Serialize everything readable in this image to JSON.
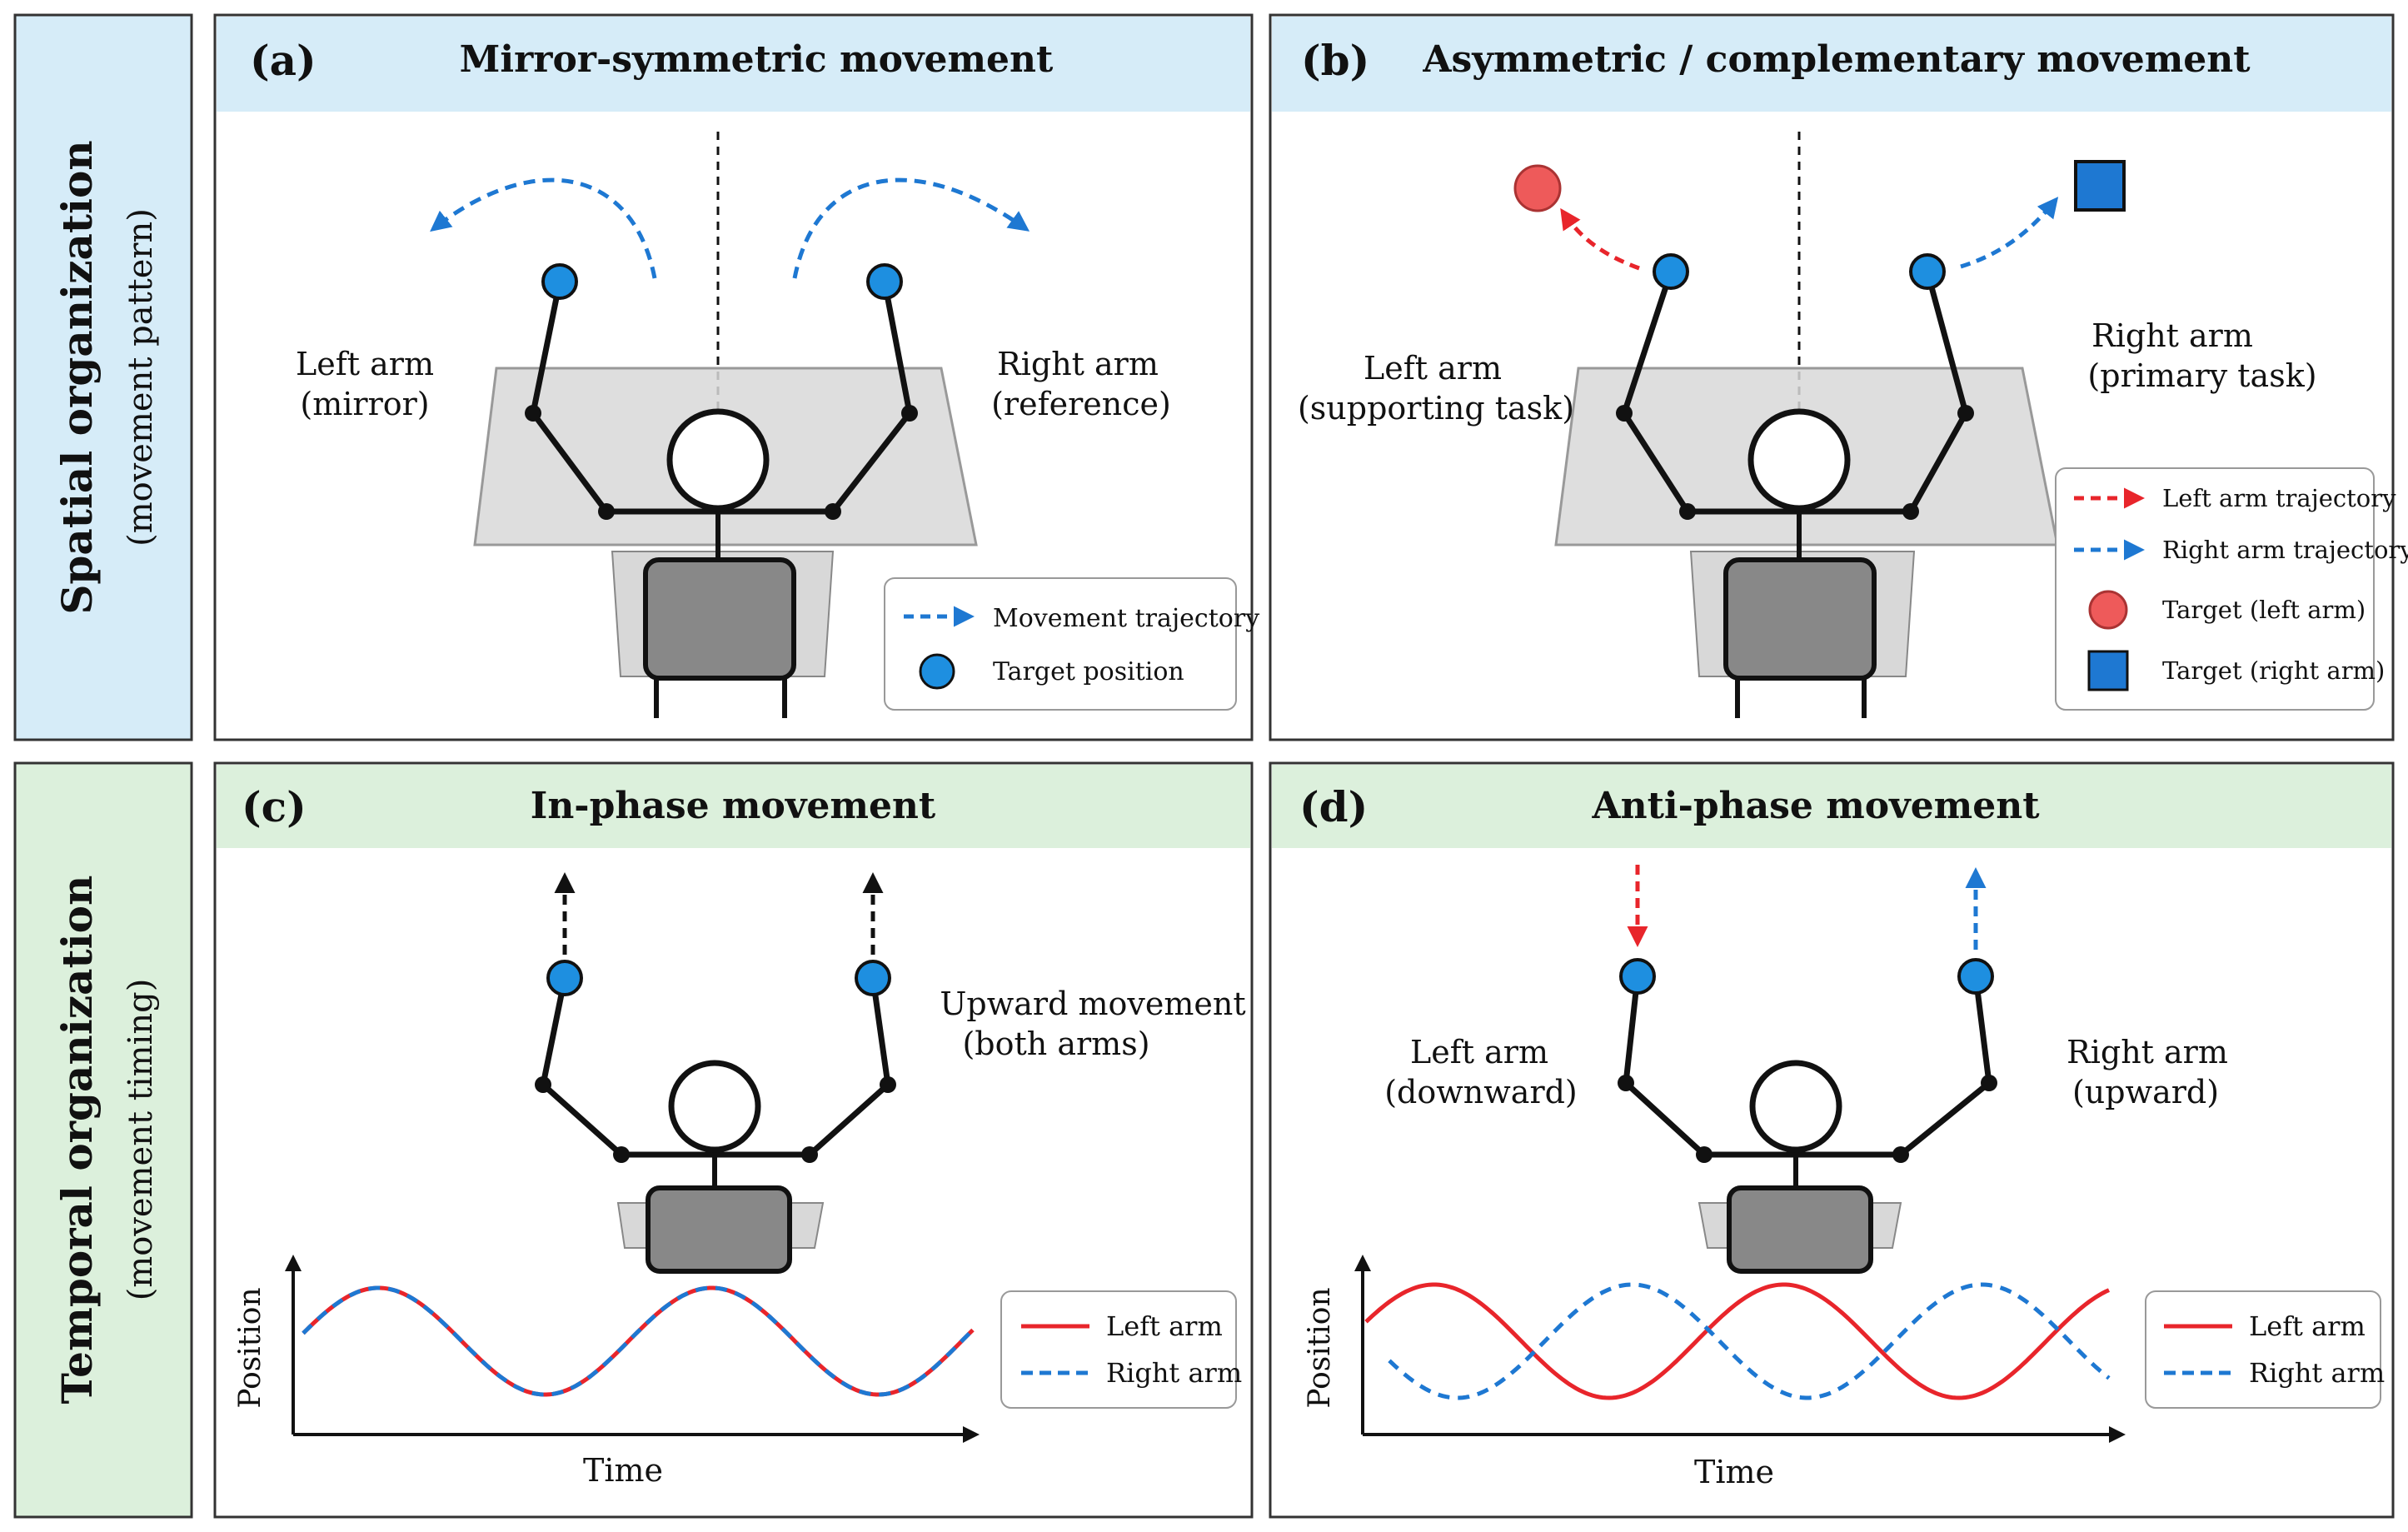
{
  "rows": {
    "spatial": {
      "title": "Spatial organization",
      "subtitle": "(movement pattern)"
    },
    "temporal": {
      "title": "Temporal organization",
      "subtitle": "(movement timing)"
    }
  },
  "panels": {
    "a": {
      "letter": "(a)",
      "title": "Mirror-symmetric movement",
      "left_label": [
        "Left arm",
        "(mirror)"
      ],
      "right_label": [
        "Right arm",
        "(reference)"
      ],
      "legend": [
        "Movement trajectory",
        "Target position"
      ]
    },
    "b": {
      "letter": "(b)",
      "title": "Asymmetric / complementary movement",
      "left_label": [
        "Left arm",
        "(supporting task)"
      ],
      "right_label": [
        "Right arm",
        "(primary task)"
      ],
      "legend": [
        "Left arm trajectory",
        "Right arm trajectory",
        "Target (left arm)",
        "Target (right arm)"
      ]
    },
    "c": {
      "letter": "(c)",
      "title": "In-phase movement",
      "note": [
        "Upward movement",
        "(both arms)"
      ],
      "xlabel": "Time",
      "ylabel": "Position",
      "legend": [
        "Left arm",
        "Right arm"
      ]
    },
    "d": {
      "letter": "(d)",
      "title": "Anti-phase movement",
      "left_label": [
        "Left arm",
        "(downward)"
      ],
      "right_label": [
        "Right arm",
        "(upward)"
      ],
      "xlabel": "Time",
      "ylabel": "Position",
      "legend": [
        "Left arm",
        "Right arm"
      ]
    }
  },
  "colors": {
    "blue_header": "#d6ecf8",
    "green_header": "#dcf0dc",
    "target_blue": "#1e8fe0",
    "red": "#e8252b",
    "dash_blue": "#1e78d2"
  }
}
